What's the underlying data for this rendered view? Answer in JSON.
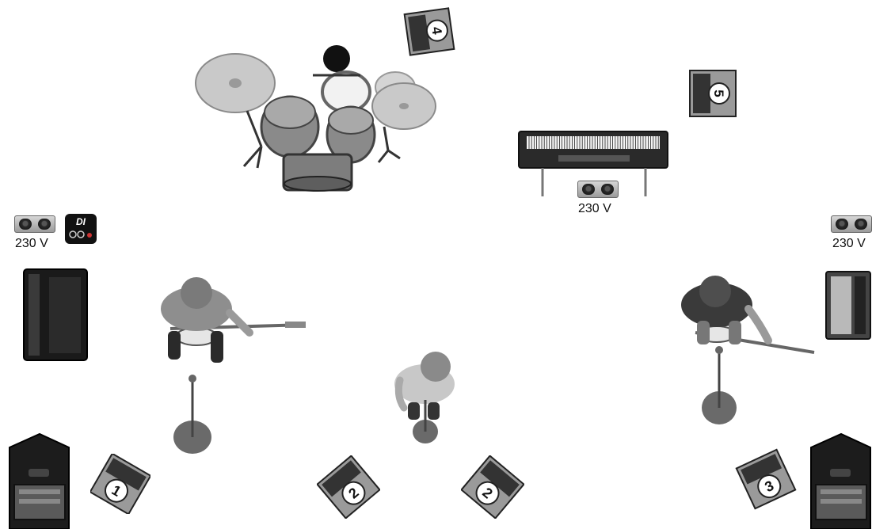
{
  "power": {
    "left": {
      "label": "230 V"
    },
    "keys": {
      "label": "230 V"
    },
    "right": {
      "label": "230 V"
    }
  },
  "di_box": {
    "label": "DI"
  },
  "monitors": [
    {
      "number": "1"
    },
    {
      "number": "2"
    },
    {
      "number": "2"
    },
    {
      "number": "3"
    },
    {
      "number": "4"
    },
    {
      "number": "5"
    }
  ],
  "icons": {
    "drum_kit": "drum-kit-icon",
    "keyboard": "keyboard-icon",
    "guitarist_left": "guitarist-icon",
    "guitarist_right": "guitarist-icon",
    "vocalist": "vocalist-icon",
    "mic_stand": "microphone-stand-icon",
    "guitar_amp": "guitar-amp-icon",
    "pa_speaker": "pa-speaker-icon",
    "monitor_wedge": "monitor-wedge-icon",
    "power_outlet": "power-outlet-icon"
  },
  "colors": {
    "background": "#ffffff",
    "equipment_dark": "#1a1a1a",
    "equipment_mid": "#7a7a7a",
    "equipment_light": "#c8c8c8"
  }
}
